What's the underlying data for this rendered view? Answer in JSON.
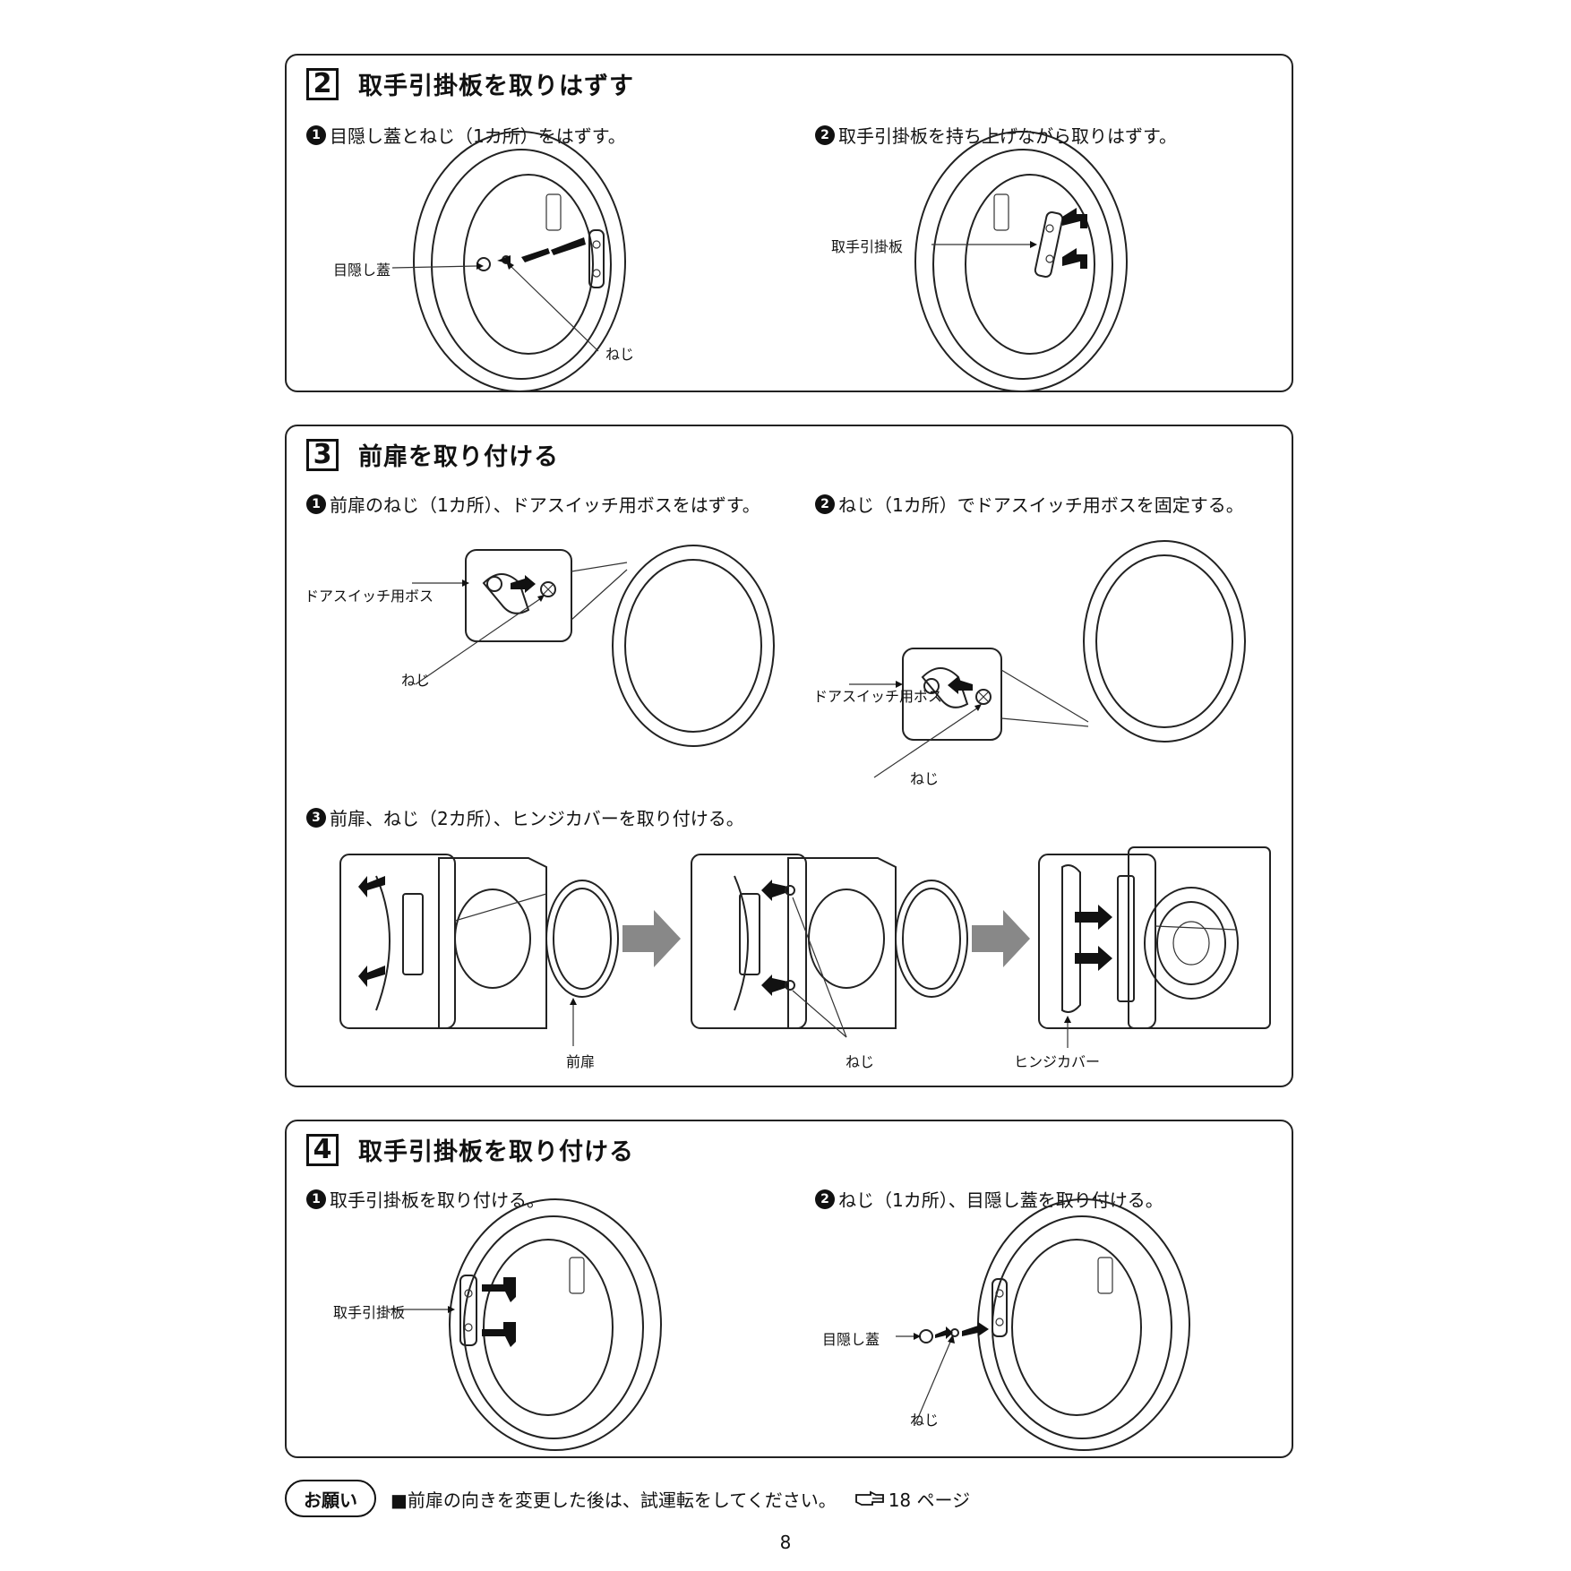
{
  "sections": [
    {
      "num": "2",
      "title": "取手引掛板を取りはずす",
      "steps": [
        {
          "bullet": "1",
          "text": "目隠し蓋とねじ（1カ所）をはずす。"
        },
        {
          "bullet": "2",
          "text": "取手引掛板を持ち上げながら取りはずす。"
        }
      ],
      "labels": {
        "cover": "目隠し蓋",
        "screw": "ねじ",
        "plate": "取手引掛板"
      }
    },
    {
      "num": "3",
      "title": "前扉を取り付ける",
      "steps": [
        {
          "bullet": "1",
          "text": "前扉のねじ（1カ所）、ドアスイッチ用ボスをはずす。"
        },
        {
          "bullet": "2",
          "text": "ねじ（1カ所）でドアスイッチ用ボスを固定する。"
        },
        {
          "bullet": "3",
          "text": "前扉、ねじ（2カ所）、ヒンジカバーを取り付ける。"
        }
      ],
      "labels": {
        "boss": "ドアスイッチ用ボス",
        "screw": "ねじ",
        "door": "前扉",
        "hinge": "ヒンジカバー"
      }
    },
    {
      "num": "4",
      "title": "取手引掛板を取り付ける",
      "steps": [
        {
          "bullet": "1",
          "text": "取手引掛板を取り付ける。"
        },
        {
          "bullet": "2",
          "text": "ねじ（1カ所）、目隠し蓋を取り付ける。"
        }
      ],
      "labels": {
        "plate": "取手引掛板",
        "cover": "目隠し蓋",
        "screw": "ねじ"
      }
    }
  ],
  "footer": {
    "badge": "お願い",
    "note": "■前扉の向きを変更した後は、試運転をしてください。",
    "ref_icon": "pointing-hand-icon",
    "ref_text": "18 ページ"
  },
  "page_number": "8"
}
